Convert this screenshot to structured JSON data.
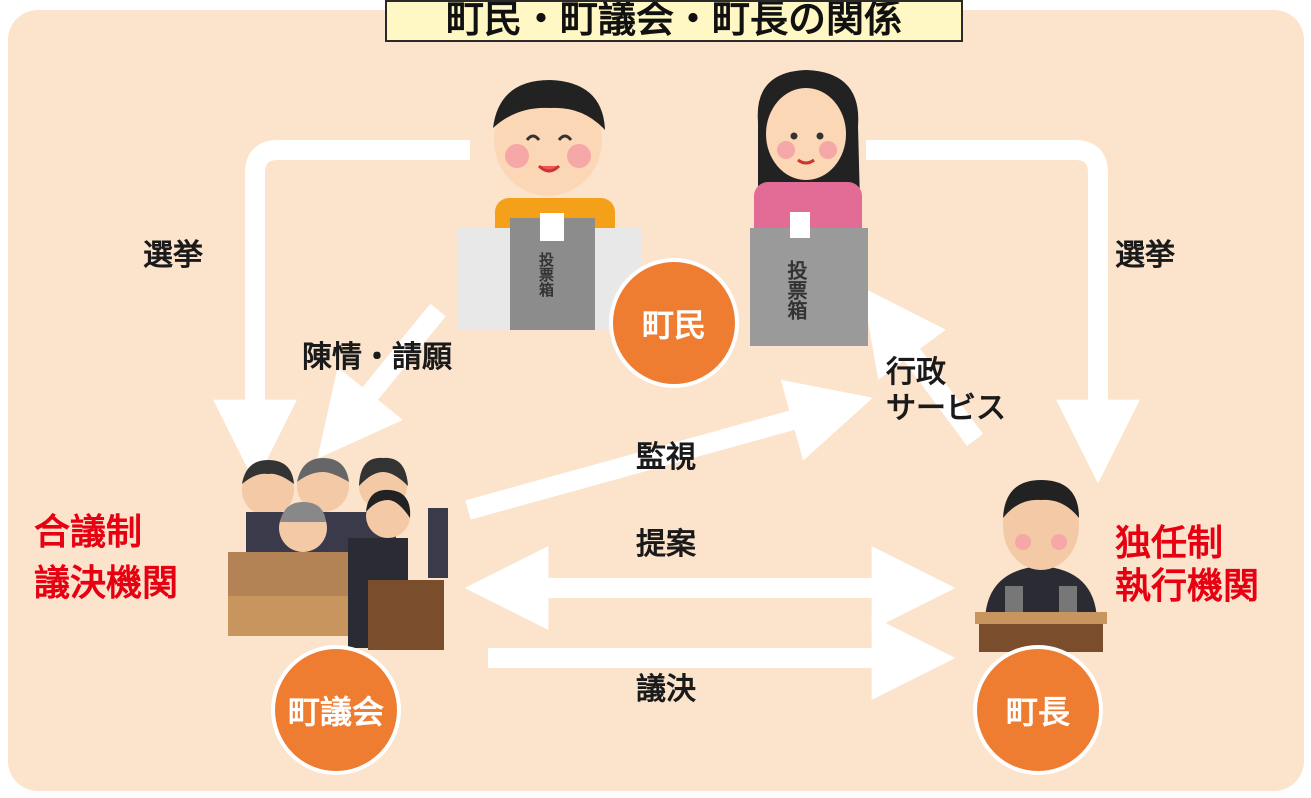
{
  "title": "町民・町議会・町長の関係",
  "nodes": {
    "residents": "町民",
    "council": "町議会",
    "mayor": "町長"
  },
  "arrows": {
    "election_left": "選挙",
    "election_right": "選挙",
    "petition": "陳情・請願",
    "admin_line1": "行政",
    "admin_line2": "サービス",
    "oversight": "監視",
    "proposal": "提案",
    "resolution": "議決"
  },
  "council_role": [
    "合議制",
    "議決機関"
  ],
  "mayor_role": [
    "独任制",
    "執行機関"
  ],
  "ballot_box_label": "投票箱",
  "colors": {
    "background": "#fbe3cc",
    "arrow": "#ffffff",
    "node_circle": "#ee7d32",
    "role_text": "#e60012",
    "title_box": "#fff8c4"
  }
}
